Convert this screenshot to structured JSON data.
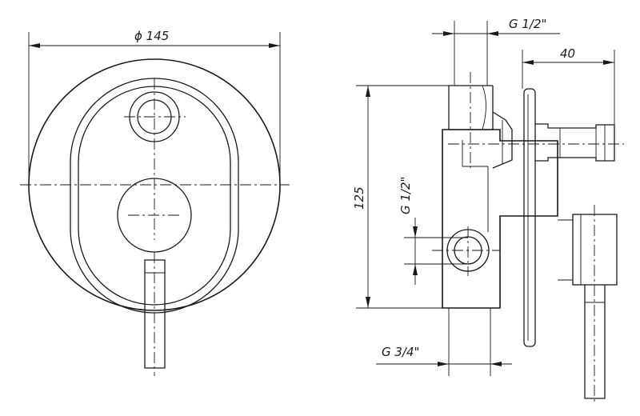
{
  "dimensions": {
    "front_diameter": "ϕ 145",
    "height": "125",
    "depth": "40",
    "top_connection": "G 1/2\"",
    "side_connection": "G 1/2\"",
    "bottom_connection": "G 3/4\""
  }
}
